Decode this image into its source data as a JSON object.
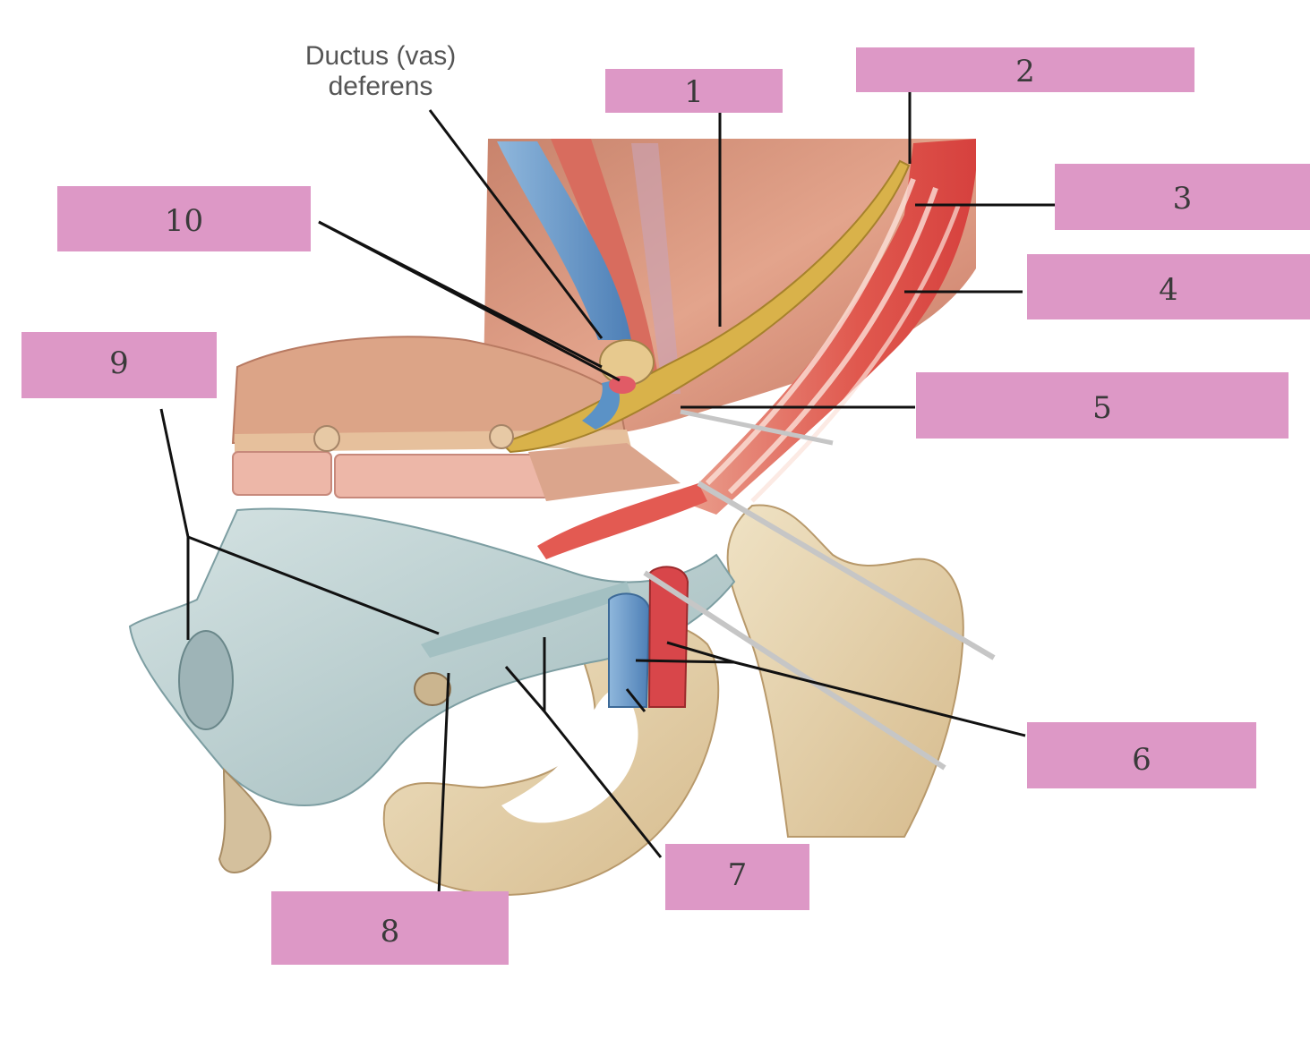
{
  "caption": {
    "line1": "Ductus (vas)",
    "line2": "deferens"
  },
  "labels": [
    "1",
    "2",
    "3",
    "4",
    "5",
    "6",
    "7",
    "8",
    "9",
    "10"
  ],
  "colors": {
    "label_box": "#dd98c6",
    "leader_line": "#111111",
    "muscle": "#d97a66",
    "bone": "#e6d3ae",
    "ligament": "#b9cfcf",
    "vein": "#5f95c8",
    "artery": "#d8464a",
    "fat": "#d9b24a"
  }
}
